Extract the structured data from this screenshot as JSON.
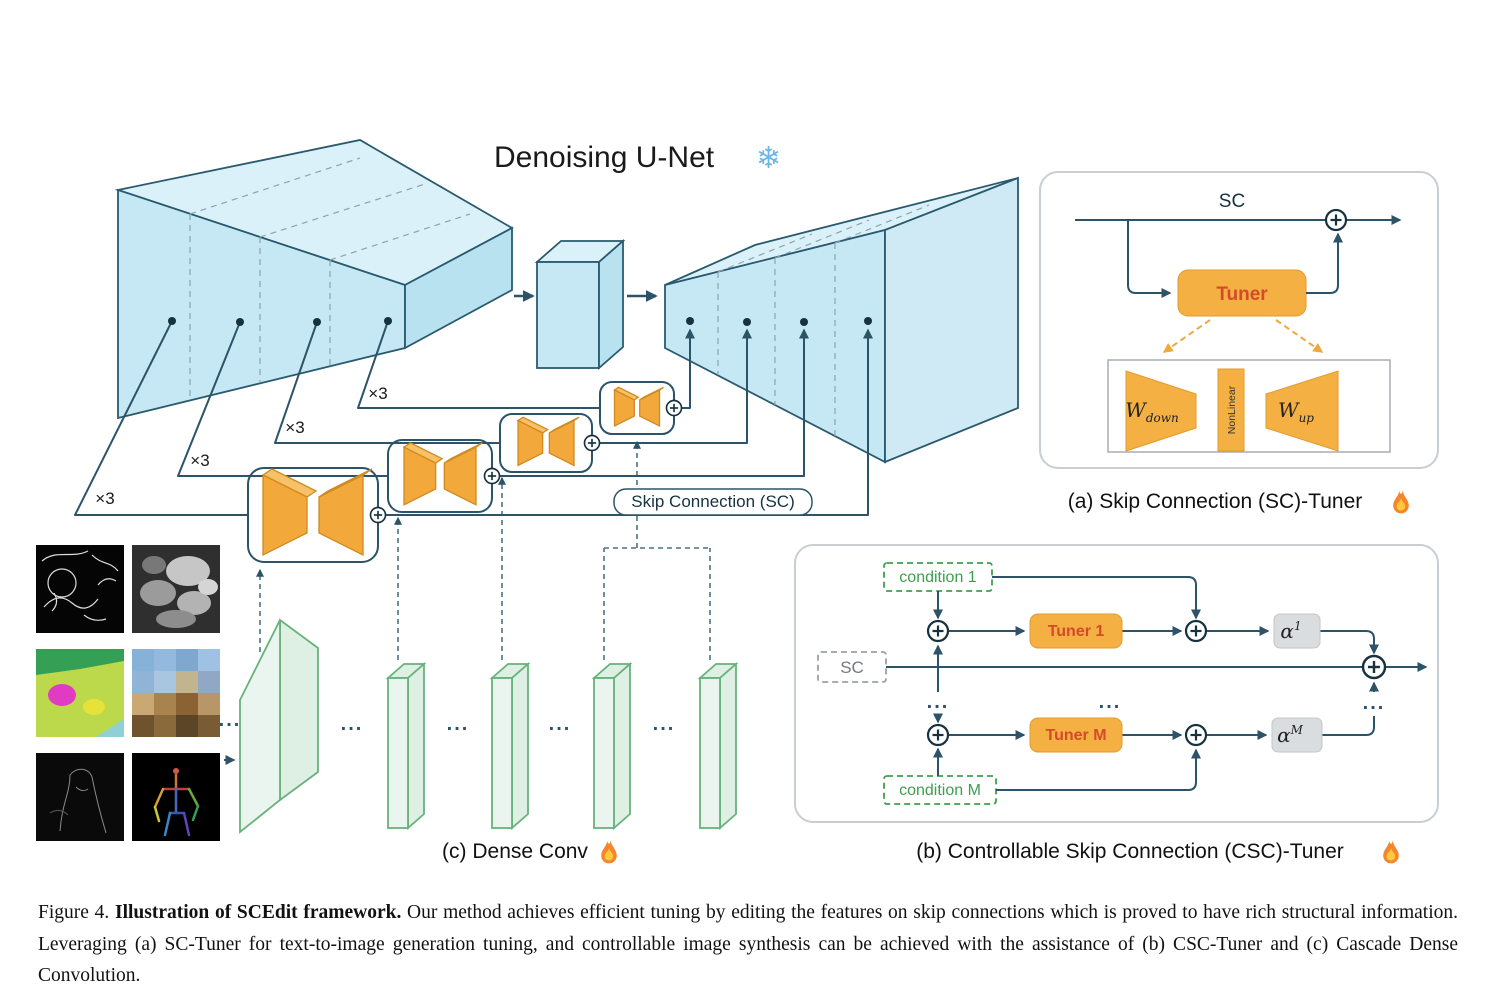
{
  "title": {
    "text": "Denoising U-Net"
  },
  "icons": {
    "snowflake": "❄",
    "fire": "flame-shape",
    "plus": "circled-plus-shape"
  },
  "unet": {
    "times3": "×3",
    "skip_label": "Skip Connection (SC)"
  },
  "panel_a": {
    "sc": "SC",
    "tuner": "Tuner",
    "w": "W",
    "down": "down",
    "up": "up",
    "nonlinear": "NonLinear",
    "caption": "(a) Skip Connection (SC)-Tuner"
  },
  "panel_b": {
    "condition_1": "condition 1",
    "condition_m": "condition M",
    "sc": "SC",
    "tuner_1": "Tuner 1",
    "tuner_m": "Tuner M",
    "alpha": "α",
    "alpha_1_sup": "1",
    "alpha_m_sup": "M",
    "caption": "(b) Controllable Skip Connection (CSC)-Tuner"
  },
  "dense": {
    "caption": "(c) Dense Conv"
  },
  "misc": {
    "ellipsis": "..."
  },
  "figure_caption": {
    "label": "Figure 4.",
    "bold": "Illustration of SCEdit framework.",
    "body": "Our method achieves efficient tuning by editing the features on skip connections which is proved to have rich structural information. Leveraging (a) SC-Tuner for text-to-image generation tuning, and controllable image synthesis can be achieved with the assistance of (b) CSC-Tuner and (c) Cascade Dense Convolution."
  },
  "colors": {
    "unet_fill": "#cfeaf5",
    "unet_stroke": "#2a5a6e",
    "wire": "#2c5368",
    "tuner_orange": "#f4b043",
    "tuner_text": "#d44a2a",
    "green": "#3f9e4d",
    "dense_fill": "#e9f5ee",
    "dense_stroke": "#69b17c",
    "alpha_box": "#dadde0",
    "panel_border": "#c9ced3"
  },
  "condition_tiles": [
    "edge-map",
    "depth-map",
    "segmentation-map",
    "pixelated-image",
    "contour-map",
    "pose-map"
  ]
}
